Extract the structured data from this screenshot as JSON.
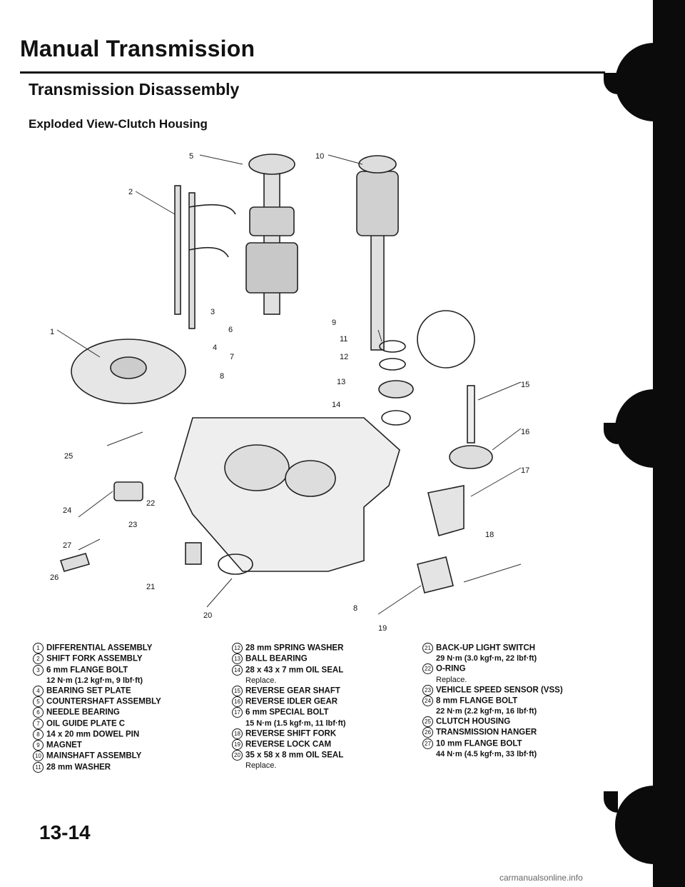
{
  "header": {
    "title": "Manual Transmission"
  },
  "section": {
    "title": "Transmission Disassembly",
    "subtitle": "Exploded View-Clutch Housing"
  },
  "legend": {
    "col1": [
      {
        "num": "1",
        "name": "DIFFERENTIAL ASSEMBLY"
      },
      {
        "num": "2",
        "name": "SHIFT FORK ASSEMBLY"
      },
      {
        "num": "3",
        "name": "6 mm FLANGE BOLT",
        "spec": "12 N·m (1.2 kgf·m, 9 lbf·ft)"
      },
      {
        "num": "4",
        "name": "BEARING SET PLATE"
      },
      {
        "num": "5",
        "name": "COUNTERSHAFT ASSEMBLY"
      },
      {
        "num": "6",
        "name": "NEEDLE BEARING"
      },
      {
        "num": "7",
        "name": "OIL GUIDE PLATE C"
      },
      {
        "num": "8",
        "name": "14 x 20 mm DOWEL PIN"
      },
      {
        "num": "9",
        "name": "MAGNET"
      },
      {
        "num": "10",
        "name": "MAINSHAFT ASSEMBLY"
      },
      {
        "num": "11",
        "name": "28 mm WASHER"
      }
    ],
    "col2": [
      {
        "num": "12",
        "name": "28 mm SPRING WASHER"
      },
      {
        "num": "13",
        "name": "BALL BEARING"
      },
      {
        "num": "14",
        "name": "28 x 43 x 7 mm OIL SEAL",
        "note": "Replace."
      },
      {
        "num": "15",
        "name": "REVERSE GEAR SHAFT"
      },
      {
        "num": "16",
        "name": "REVERSE IDLER GEAR"
      },
      {
        "num": "17",
        "name": "6 mm SPECIAL BOLT",
        "spec": "15 N·m (1.5 kgf·m, 11 lbf·ft)"
      },
      {
        "num": "18",
        "name": "REVERSE SHIFT FORK"
      },
      {
        "num": "19",
        "name": "REVERSE LOCK CAM"
      },
      {
        "num": "20",
        "name": "35 x 58 x 8 mm OIL SEAL",
        "note": "Replace."
      }
    ],
    "col3": [
      {
        "num": "21",
        "name": "BACK-UP LIGHT SWITCH",
        "spec": "29 N·m (3.0 kgf·m, 22 lbf·ft)"
      },
      {
        "num": "22",
        "name": "O-RING",
        "note": "Replace."
      },
      {
        "num": "23",
        "name": "VEHICLE SPEED SENSOR (VSS)"
      },
      {
        "num": "24",
        "name": "8 mm FLANGE BOLT",
        "spec": "22 N·m (2.2 kgf·m, 16 lbf·ft)"
      },
      {
        "num": "25",
        "name": "CLUTCH HOUSING"
      },
      {
        "num": "26",
        "name": "TRANSMISSION HANGER"
      },
      {
        "num": "27",
        "name": "10 mm FLANGE BOLT",
        "spec": "44 N·m (4.5 kgf·m, 33 lbf·ft)"
      }
    ]
  },
  "callouts": [
    "1",
    "2",
    "3",
    "4",
    "5",
    "6",
    "7",
    "8",
    "9",
    "10",
    "11",
    "12",
    "13",
    "14",
    "15",
    "16",
    "17",
    "18",
    "19",
    "20",
    "21",
    "22",
    "23",
    "24",
    "25",
    "26",
    "27",
    "8"
  ],
  "page_number": "13-14",
  "watermark": "carmanualsonline.info"
}
